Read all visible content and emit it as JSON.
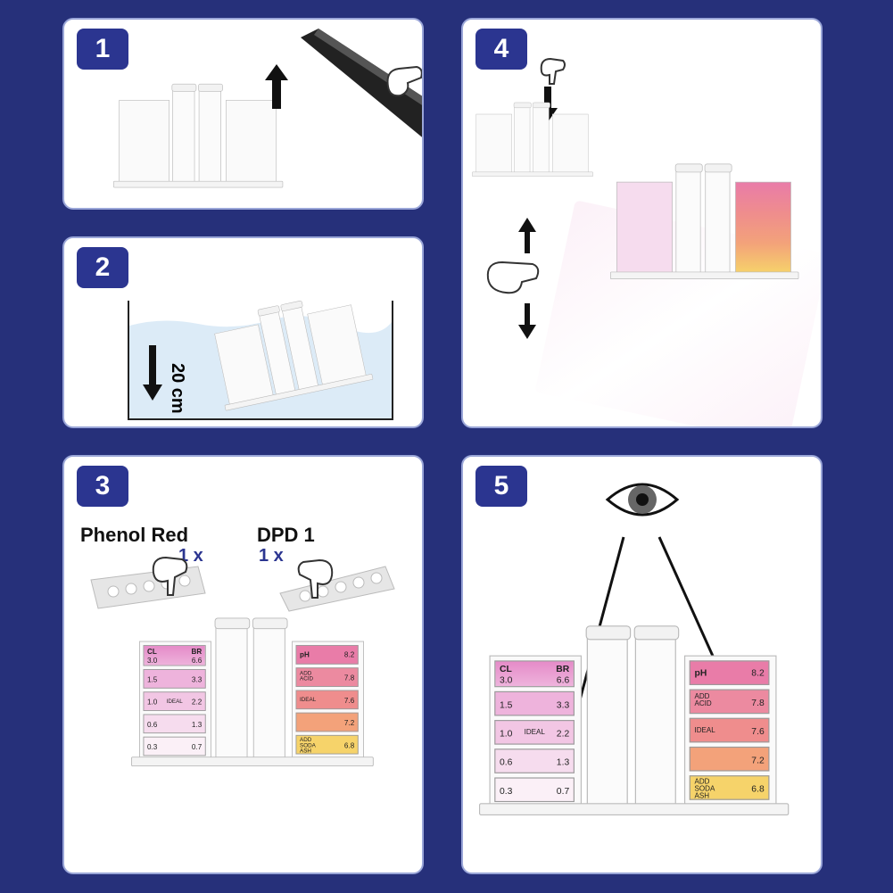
{
  "steps": [
    {
      "number": "1"
    },
    {
      "number": "2",
      "depth_label": "20 cm"
    },
    {
      "number": "3"
    },
    {
      "number": "4"
    },
    {
      "number": "5"
    }
  ],
  "reagents": [
    {
      "name": "Phenol Red",
      "count": "1 x"
    },
    {
      "name": "DPD 1",
      "count": "1 x"
    }
  ],
  "kit": {
    "left_scale": [
      {
        "a": "CL",
        "b": "BR"
      },
      {
        "a": "3.0",
        "b": "6.6"
      },
      {
        "a": "1.5",
        "b": "3.3"
      },
      {
        "a": "1.0",
        "mid": "IDEAL",
        "b": "2.2"
      },
      {
        "a": "0.6",
        "b": "1.3"
      },
      {
        "a": "0.3",
        "b": "0.7"
      }
    ],
    "right_scale": [
      {
        "a": "pH",
        "b": "8.2"
      },
      {
        "a": "ADD ACID",
        "b": "7.8"
      },
      {
        "a": "IDEAL",
        "b": "7.6"
      },
      {
        "a": "",
        "b": "7.2"
      },
      {
        "a": "ADD SODA ASH",
        "b": "6.8"
      }
    ]
  },
  "colors": {
    "background": "#26307a",
    "badge": "#2b3590",
    "water": "#dcebf7",
    "pink_dark": "#e58bc8",
    "pink_mid": "#eeb3dc",
    "pink_light": "#f6dcee",
    "ph_pink": "#e97ca8",
    "ph_salmon": "#ef8d8d",
    "ph_orange": "#f3a27a",
    "ph_yellow": "#f6d36a"
  }
}
